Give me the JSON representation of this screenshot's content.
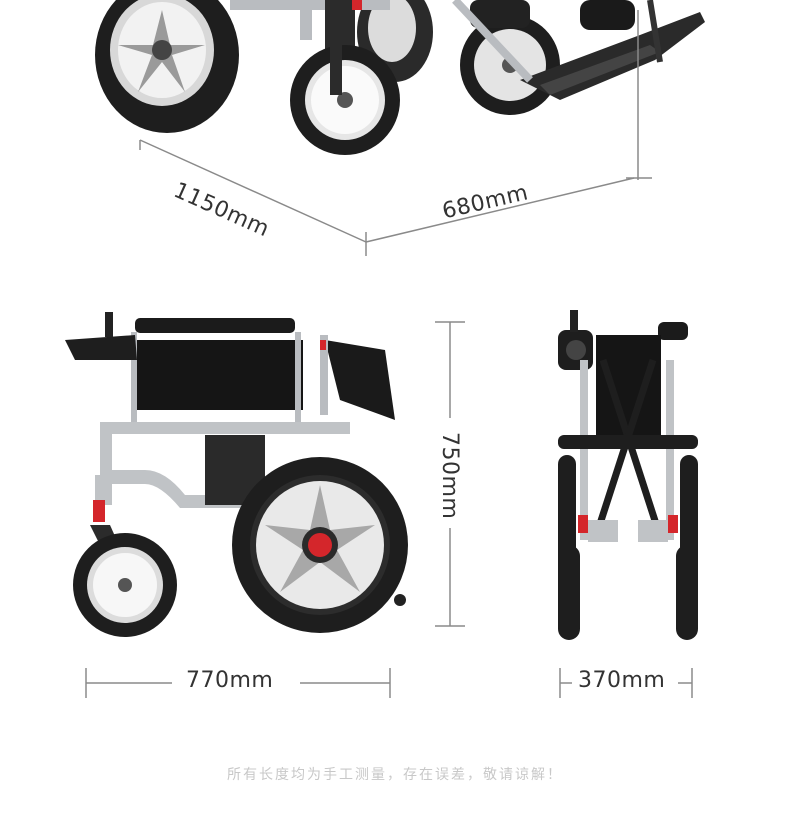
{
  "dimensions": {
    "length_top": "1150mm",
    "width_top": "680mm",
    "height_side": "750mm",
    "length_folded": "770mm",
    "width_folded": "370mm"
  },
  "note": "所有长度均为手工测量，存在误差，敬请谅解！",
  "colors": {
    "frame": "#b9bcc0",
    "tire": "#1e1e1e",
    "seat": "#151515",
    "spring": "#d4262b",
    "dimension_line": "#8a8a8a"
  }
}
